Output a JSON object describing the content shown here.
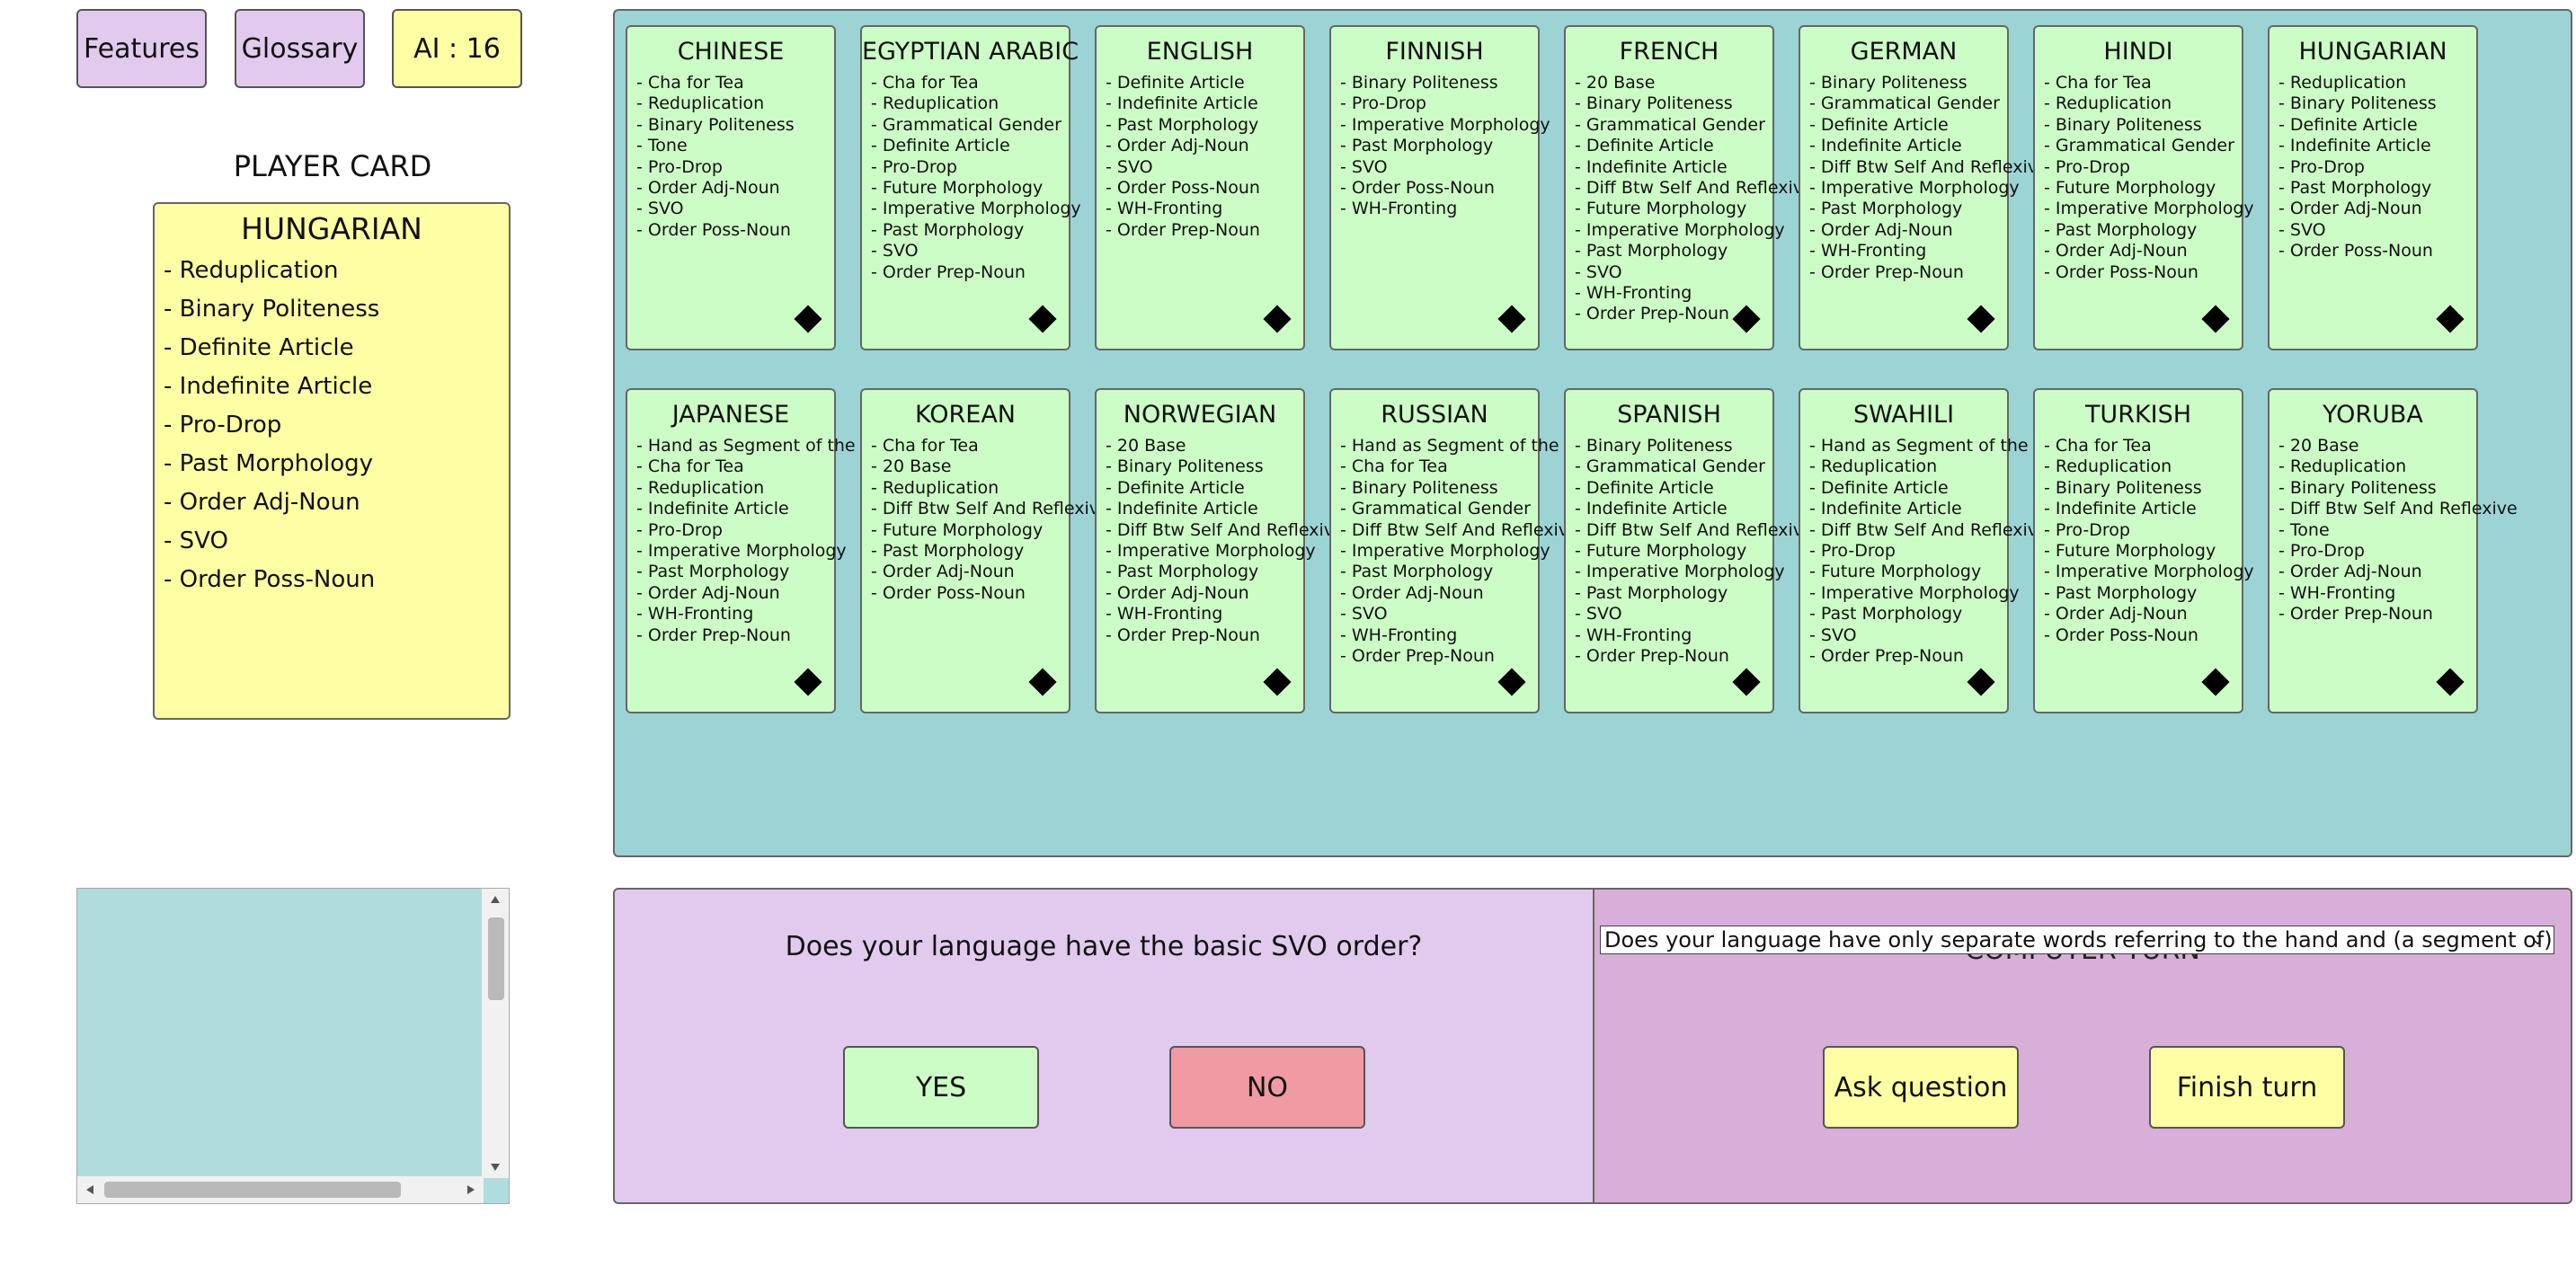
{
  "topbar": {
    "features_label": "Features",
    "glossary_label": "Glossary",
    "ai_label": "AI : 16"
  },
  "player": {
    "heading": "PLAYER CARD",
    "language": "HUNGARIAN",
    "features": [
      "- Reduplication",
      "- Binary Politeness",
      "- Definite Article",
      "- Indefinite Article",
      "- Pro-Drop",
      "- Past Morphology",
      "- Order Adj-Noun",
      "- SVO",
      "- Order Poss-Noun"
    ]
  },
  "board": {
    "cards": [
      {
        "name": "CHINESE",
        "features": [
          "- Cha for Tea",
          "- Reduplication",
          "- Binary Politeness",
          "- Tone",
          "- Pro-Drop",
          "- Order Adj-Noun",
          "- SVO",
          "- Order Poss-Noun"
        ]
      },
      {
        "name": "EGYPTIAN ARABIC",
        "features": [
          "- Cha for Tea",
          "- Reduplication",
          "- Grammatical Gender",
          "- Definite Article",
          "- Pro-Drop",
          "- Future Morphology",
          "- Imperative Morphology",
          "- Past Morphology",
          "- SVO",
          "- Order Prep-Noun"
        ]
      },
      {
        "name": "ENGLISH",
        "features": [
          "- Definite Article",
          "- Indefinite Article",
          "- Past Morphology",
          "- Order Adj-Noun",
          "- SVO",
          "- Order Poss-Noun",
          "- WH-Fronting",
          "- Order Prep-Noun"
        ]
      },
      {
        "name": "FINNISH",
        "features": [
          "- Binary Politeness",
          "- Pro-Drop",
          "- Imperative Morphology",
          "- Past Morphology",
          "- SVO",
          "- Order Poss-Noun",
          "- WH-Fronting"
        ]
      },
      {
        "name": "FRENCH",
        "features": [
          "- 20 Base",
          "- Binary Politeness",
          "- Grammatical Gender",
          "- Definite Article",
          "- Indefinite Article",
          "- Diff Btw Self And Reflexive",
          "- Future Morphology",
          "- Imperative Morphology",
          "- Past Morphology",
          "- SVO",
          "- WH-Fronting",
          "- Order Prep-Noun"
        ]
      },
      {
        "name": "GERMAN",
        "features": [
          "- Binary Politeness",
          "- Grammatical Gender",
          "- Definite Article",
          "- Indefinite Article",
          "- Diff Btw Self And Reflexive",
          "- Imperative Morphology",
          "- Past Morphology",
          "- Order Adj-Noun",
          "- WH-Fronting",
          "- Order Prep-Noun"
        ]
      },
      {
        "name": "HINDI",
        "features": [
          "- Cha for Tea",
          "- Reduplication",
          "- Binary Politeness",
          "- Grammatical Gender",
          "- Pro-Drop",
          "- Future Morphology",
          "- Imperative Morphology",
          "- Past Morphology",
          "- Order Adj-Noun",
          "- Order Poss-Noun"
        ]
      },
      {
        "name": "HUNGARIAN",
        "features": [
          "- Reduplication",
          "- Binary Politeness",
          "- Definite Article",
          "- Indefinite Article",
          "- Pro-Drop",
          "- Past Morphology",
          "- Order Adj-Noun",
          "- SVO",
          "- Order Poss-Noun"
        ]
      },
      {
        "name": "JAPANESE",
        "features": [
          "- Hand as Segment of the Arm",
          "- Cha for Tea",
          "- Reduplication",
          "- Indefinite Article",
          "- Pro-Drop",
          "- Imperative Morphology",
          "- Past Morphology",
          "- Order Adj-Noun",
          "- WH-Fronting",
          "- Order Prep-Noun"
        ]
      },
      {
        "name": "KOREAN",
        "features": [
          "- Cha for Tea",
          "- 20 Base",
          "- Reduplication",
          "- Diff Btw Self And Reflexive",
          "- Future Morphology",
          "- Past Morphology",
          "- Order Adj-Noun",
          "- Order Poss-Noun"
        ]
      },
      {
        "name": "NORWEGIAN",
        "features": [
          "- 20 Base",
          "- Binary Politeness",
          "- Definite Article",
          "- Indefinite Article",
          "- Diff Btw Self And Reflexive",
          "- Imperative Morphology",
          "- Past Morphology",
          "- Order Adj-Noun",
          "- WH-Fronting",
          "- Order Prep-Noun"
        ]
      },
      {
        "name": "RUSSIAN",
        "features": [
          "- Hand as Segment of the Arm",
          "- Cha for Tea",
          "- Binary Politeness",
          "- Grammatical Gender",
          "- Diff Btw Self And Reflexive",
          "- Imperative Morphology",
          "- Past Morphology",
          "- Order Adj-Noun",
          "- SVO",
          "- WH-Fronting",
          "- Order Prep-Noun"
        ]
      },
      {
        "name": "SPANISH",
        "features": [
          "- Binary Politeness",
          "- Grammatical Gender",
          "- Definite Article",
          "- Indefinite Article",
          "- Diff Btw Self And Reflexive",
          "- Future Morphology",
          "- Imperative Morphology",
          "- Past Morphology",
          "- SVO",
          "- WH-Fronting",
          "- Order Prep-Noun"
        ]
      },
      {
        "name": "SWAHILI",
        "features": [
          "- Hand as Segment of the Arm",
          "- Reduplication",
          "- Definite Article",
          "- Indefinite Article",
          "- Diff Btw Self And Reflexive",
          "- Pro-Drop",
          "- Future Morphology",
          "- Imperative Morphology",
          "- Past Morphology",
          "- SVO",
          "- Order Prep-Noun"
        ]
      },
      {
        "name": "TURKISH",
        "features": [
          "- Cha for Tea",
          "- Reduplication",
          "- Binary Politeness",
          "- Indefinite Article",
          "- Pro-Drop",
          "- Future Morphology",
          "- Imperative Morphology",
          "- Past Morphology",
          "- Order Adj-Noun",
          "- Order Poss-Noun"
        ]
      },
      {
        "name": "YORUBA",
        "features": [
          "- 20 Base",
          "- Reduplication",
          "- Binary Politeness",
          "- Diff Btw Self And Reflexive",
          "- Tone",
          "- Pro-Drop",
          "- Order Adj-Noun",
          "- WH-Fronting",
          "- Order Prep-Noun"
        ]
      }
    ]
  },
  "question_panel": {
    "question": "Does your language have the basic SVO order?",
    "yes_label": "YES",
    "no_label": "NO"
  },
  "computer_panel": {
    "turn_label": "COMPUTER TURN",
    "selected_question": "Does your language have only separate words referring to the hand and (a segment of) the arm?",
    "ask_label": "Ask question",
    "finish_label": "Finish turn"
  },
  "colors": {
    "card_bg": "#cdfdc6",
    "board_bg": "#9cd4d6",
    "player_card_bg": "#fefea4",
    "lavender": "#e2caef",
    "mauve": "#d8afd8",
    "no_red": "#f09aa4",
    "yes_green": "#cdfdc6"
  },
  "icons": {
    "card_marker": "diamond-icon"
  }
}
